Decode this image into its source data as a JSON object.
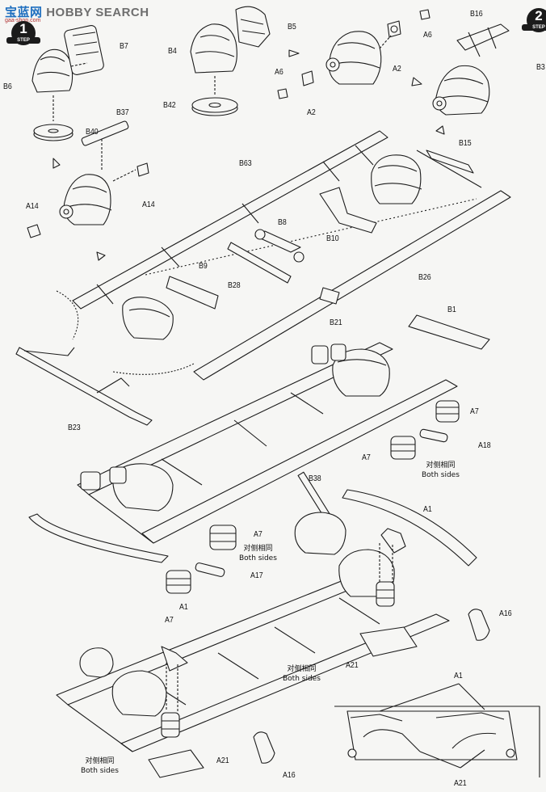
{
  "watermark": {
    "site_cn": "宝蓝网",
    "site_en": "HOBBY SEARCH",
    "url": "gaa-shop.com"
  },
  "steps": [
    {
      "label": "STEP",
      "number": "1"
    },
    {
      "label": "STEP",
      "number": "2"
    }
  ],
  "part_labels": {
    "b7": "B7",
    "b6": "B6",
    "b40": "B40",
    "b4": "B4",
    "b5": "B5",
    "b42": "B42",
    "a6_top": "A6",
    "a2_top": "A2",
    "a6_mid": "A6",
    "a2_mid": "A2",
    "b16": "B16",
    "b3": "B3",
    "b37": "B37",
    "a14_right": "A14",
    "a14_left": "A14",
    "b63": "B63",
    "b15": "B15",
    "b8": "B8",
    "b10": "B10",
    "b9": "B9",
    "b28": "B28",
    "b26": "B26",
    "b21": "B21",
    "b23": "B23",
    "b1": "B1",
    "a7_r1": "A7",
    "a18": "A18",
    "a7_r2": "A7",
    "b38": "B38",
    "a1_top": "A1",
    "a7_mid": "A7",
    "a17": "A17",
    "a7_left": "A7",
    "a1_left": "A1",
    "a16_right": "A16",
    "a21_mid": "A21",
    "a21_bottom": "A21",
    "a16_bottom": "A16",
    "a1_inset": "A1",
    "a21_inset": "A21"
  },
  "notes": {
    "note1_cn": "对侧相同",
    "note1_en": "Both sides",
    "note2_cn": "对侧相同",
    "note2_en": "Both sides",
    "note3_cn": "对侧相同",
    "note3_en": "Both sides",
    "note4_cn": "对侧相同",
    "note4_en": "Both sides"
  }
}
